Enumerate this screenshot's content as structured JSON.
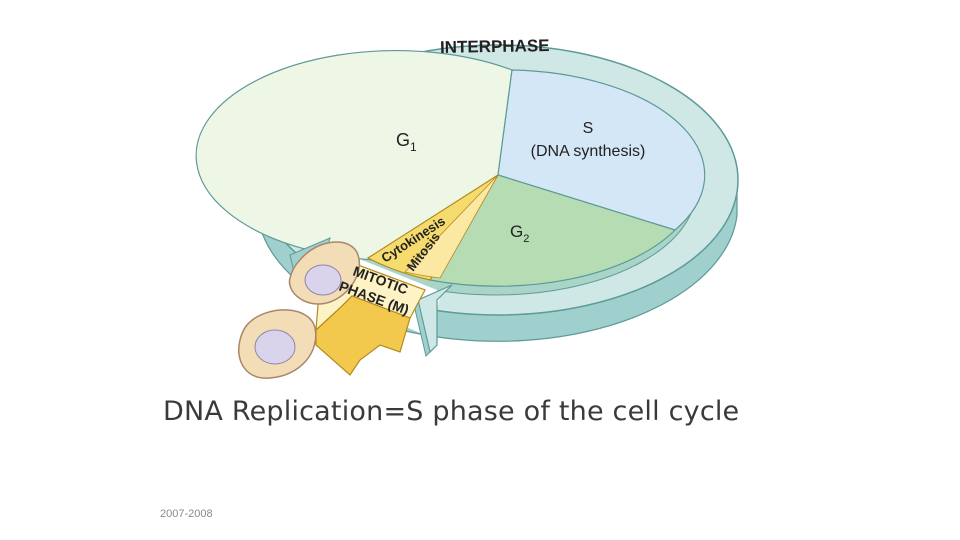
{
  "diagram": {
    "ring_label": "INTERPHASE",
    "g1": {
      "letter": "G",
      "sub": "1"
    },
    "s": {
      "line1": "S",
      "line2": "(DNA synthesis)"
    },
    "g2": {
      "letter": "G",
      "sub": "2"
    },
    "cytokinesis": "Cytokinesis",
    "mitosis": "Mitosis",
    "mitotic_line1": "MITOTIC",
    "mitotic_line2": "PHASE (M)",
    "colors": {
      "ring": "#cfe8e6",
      "ring_side": "#9fd0cd",
      "g1": "#eef6e6",
      "s": "#d3e7f7",
      "g2": "#b6dcb4",
      "mitotic": "#f6dc6e",
      "cell": "#f3ddb6",
      "nucleus": "#d9d3ec"
    }
  },
  "caption": "DNA Replication=S phase of the cell cycle",
  "footer": "2007-2008"
}
